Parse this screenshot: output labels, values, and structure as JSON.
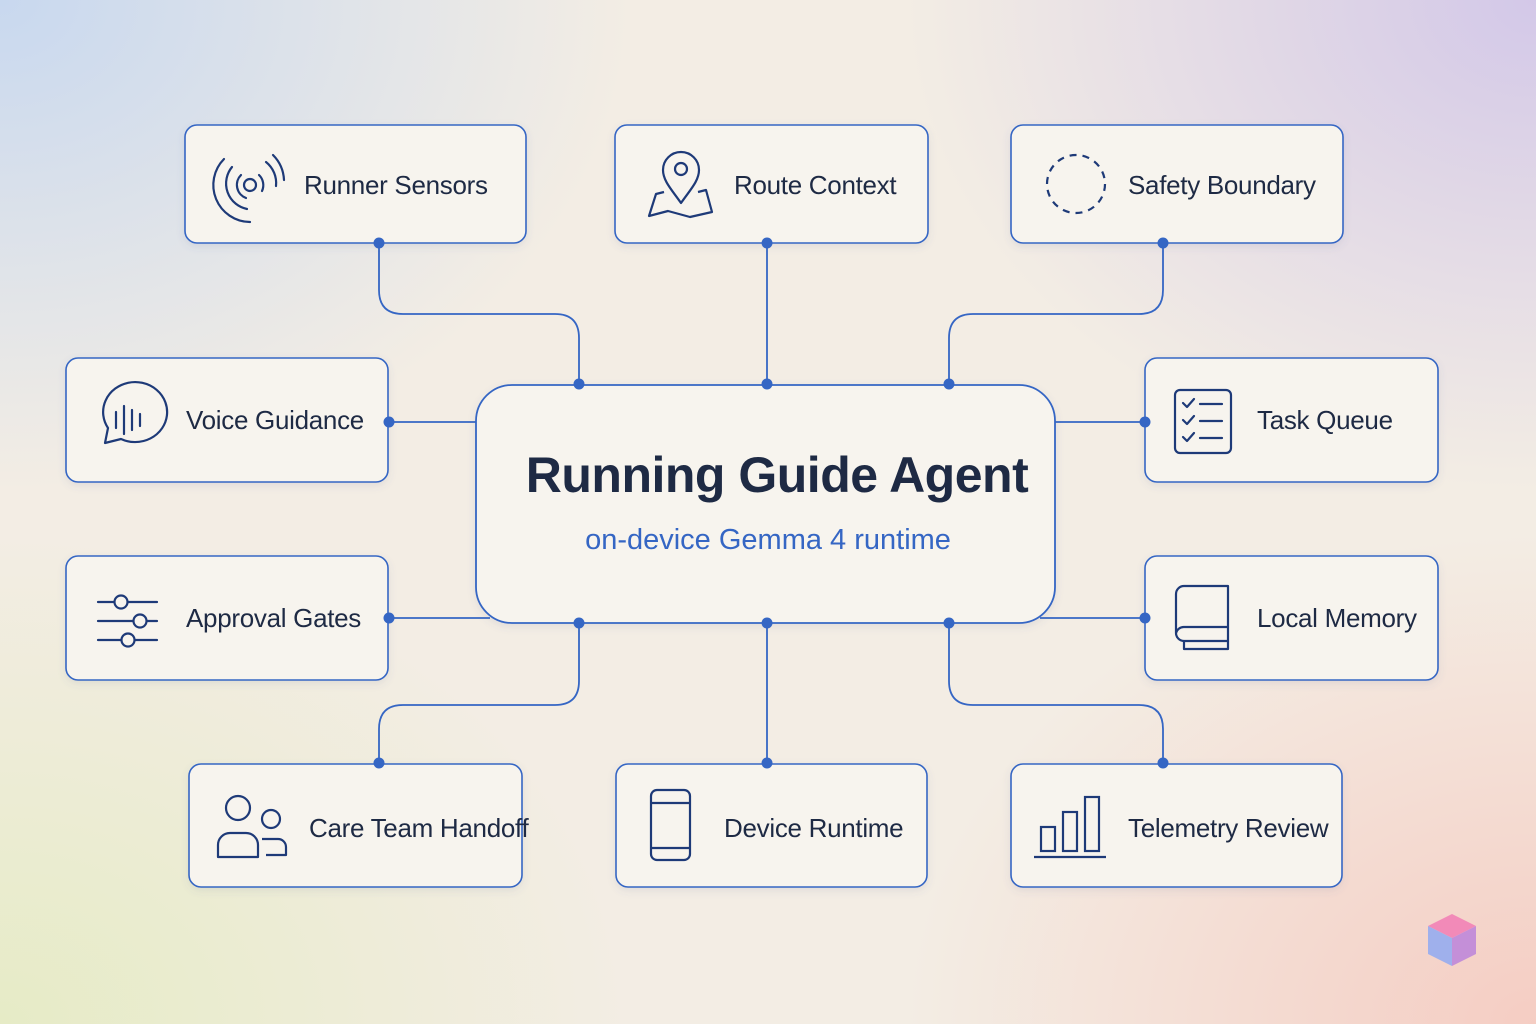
{
  "hub": {
    "title": "Running Guide Agent",
    "subtitle": "on-device Gemma 4 runtime"
  },
  "nodes": [
    {
      "id": "runner-sensors",
      "label": "Runner Sensors",
      "icon": "signal-waves-icon"
    },
    {
      "id": "route-context",
      "label": "Route Context",
      "icon": "map-pin-icon"
    },
    {
      "id": "safety-boundary",
      "label": "Safety Boundary",
      "icon": "dashed-circle-icon"
    },
    {
      "id": "voice-guidance",
      "label": "Voice Guidance",
      "icon": "speech-bubble-icon"
    },
    {
      "id": "task-queue",
      "label": "Task Queue",
      "icon": "checklist-icon"
    },
    {
      "id": "approval-gates",
      "label": "Approval Gates",
      "icon": "sliders-icon"
    },
    {
      "id": "local-memory",
      "label": "Local Memory",
      "icon": "book-icon"
    },
    {
      "id": "care-team-handoff",
      "label": "Care Team Handoff",
      "icon": "people-icon"
    },
    {
      "id": "device-runtime",
      "label": "Device Runtime",
      "icon": "phone-icon"
    },
    {
      "id": "telemetry-review",
      "label": "Telemetry Review",
      "icon": "bar-chart-icon"
    }
  ],
  "colors": {
    "line": "#3566c4",
    "card_fill": "#f7f4ee",
    "text": "#1e2a44"
  }
}
